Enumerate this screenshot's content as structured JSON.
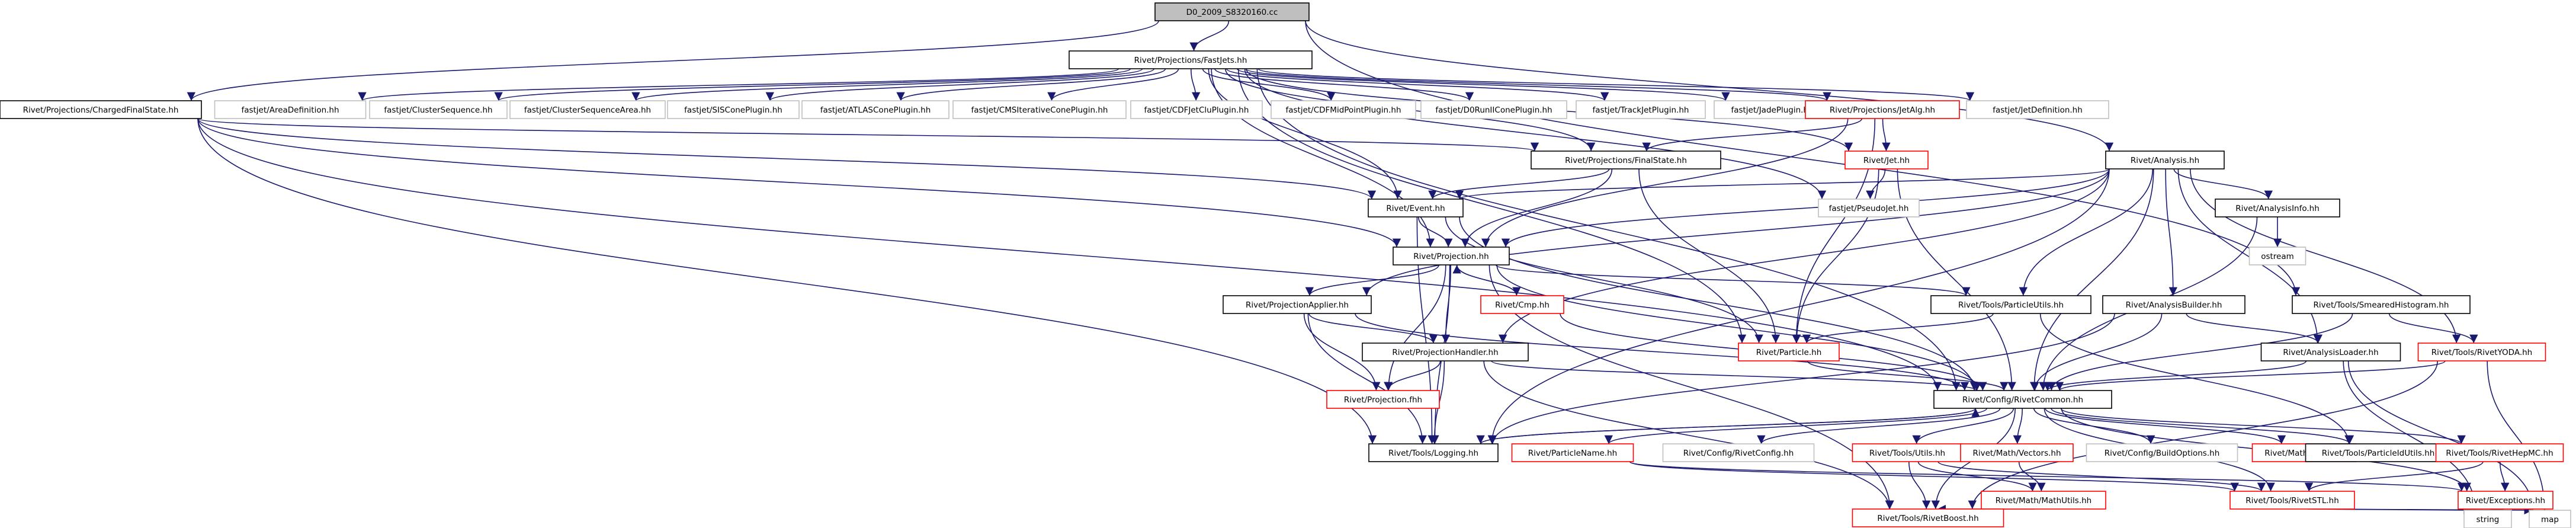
{
  "graph": {
    "nodes": [
      {
        "id": "root",
        "label": "D0_2009_S8320160.cc",
        "border": "#000000",
        "fill": "#bfbfbf"
      },
      {
        "id": "fastjets",
        "label": "Rivet/Projections/FastJets.hh",
        "border": "#000000",
        "fill": "#ffffff"
      },
      {
        "id": "cfs",
        "label": "Rivet/Projections/ChargedFinalState.hh",
        "border": "#000000",
        "fill": "#ffffff"
      },
      {
        "id": "areadef",
        "label": "fastjet/AreaDefinition.hh",
        "border": "#bfbfbf",
        "fill": "#ffffff"
      },
      {
        "id": "clseq",
        "label": "fastjet/ClusterSequence.hh",
        "border": "#bfbfbf",
        "fill": "#ffffff"
      },
      {
        "id": "clseqarea",
        "label": "fastjet/ClusterSequenceArea.hh",
        "border": "#bfbfbf",
        "fill": "#ffffff"
      },
      {
        "id": "siscone",
        "label": "fastjet/SISConePlugin.hh",
        "border": "#bfbfbf",
        "fill": "#ffffff"
      },
      {
        "id": "atlascone",
        "label": "fastjet/ATLASConePlugin.hh",
        "border": "#bfbfbf",
        "fill": "#ffffff"
      },
      {
        "id": "cmsit",
        "label": "fastjet/CMSIterativeConePlugin.hh",
        "border": "#bfbfbf",
        "fill": "#ffffff"
      },
      {
        "id": "cdfjetclu",
        "label": "fastjet/CDFJetCluPlugin.hh",
        "border": "#bfbfbf",
        "fill": "#ffffff"
      },
      {
        "id": "cdfmid",
        "label": "fastjet/CDFMidPointPlugin.hh",
        "border": "#bfbfbf",
        "fill": "#ffffff"
      },
      {
        "id": "d0run",
        "label": "fastjet/D0RunIIConePlugin.hh",
        "border": "#bfbfbf",
        "fill": "#ffffff"
      },
      {
        "id": "trackjet",
        "label": "fastjet/TrackJetPlugin.hh",
        "border": "#bfbfbf",
        "fill": "#ffffff"
      },
      {
        "id": "jade",
        "label": "fastjet/JadePlugin.hh",
        "border": "#bfbfbf",
        "fill": "#ffffff"
      },
      {
        "id": "jetalg",
        "label": "Rivet/Projections/JetAlg.hh",
        "border": "#ff0000",
        "fill": "#ffffff"
      },
      {
        "id": "jetdef",
        "label": "fastjet/JetDefinition.hh",
        "border": "#bfbfbf",
        "fill": "#ffffff"
      },
      {
        "id": "analysis",
        "label": "Rivet/Analysis.hh",
        "border": "#000000",
        "fill": "#ffffff"
      },
      {
        "id": "finalstate",
        "label": "Rivet/Projections/FinalState.hh",
        "border": "#000000",
        "fill": "#ffffff"
      },
      {
        "id": "jet",
        "label": "Rivet/Jet.hh",
        "border": "#ff0000",
        "fill": "#ffffff"
      },
      {
        "id": "event",
        "label": "Rivet/Event.hh",
        "border": "#000000",
        "fill": "#ffffff"
      },
      {
        "id": "pseudojet",
        "label": "fastjet/PseudoJet.hh",
        "border": "#bfbfbf",
        "fill": "#ffffff"
      },
      {
        "id": "analysisinfo",
        "label": "Rivet/AnalysisInfo.hh",
        "border": "#000000",
        "fill": "#ffffff"
      },
      {
        "id": "ostream",
        "label": "ostream",
        "border": "#bfbfbf",
        "fill": "#ffffff"
      },
      {
        "id": "projection",
        "label": "Rivet/Projection.hh",
        "border": "#000000",
        "fill": "#ffffff"
      },
      {
        "id": "smeared",
        "label": "Rivet/Tools/SmearedHistogram.hh",
        "border": "#000000",
        "fill": "#ffffff"
      },
      {
        "id": "projapplier",
        "label": "Rivet/ProjectionApplier.hh",
        "border": "#000000",
        "fill": "#ffffff"
      },
      {
        "id": "cmp",
        "label": "Rivet/Cmp.hh",
        "border": "#ff0000",
        "fill": "#ffffff"
      },
      {
        "id": "particleutils",
        "label": "Rivet/Tools/ParticleUtils.hh",
        "border": "#000000",
        "fill": "#ffffff"
      },
      {
        "id": "analysisbuilder",
        "label": "Rivet/AnalysisBuilder.hh",
        "border": "#000000",
        "fill": "#ffffff"
      },
      {
        "id": "projhandler",
        "label": "Rivet/ProjectionHandler.hh",
        "border": "#000000",
        "fill": "#ffffff"
      },
      {
        "id": "particle",
        "label": "Rivet/Particle.hh",
        "border": "#ff0000",
        "fill": "#ffffff"
      },
      {
        "id": "analysisloader",
        "label": "Rivet/AnalysisLoader.hh",
        "border": "#000000",
        "fill": "#ffffff"
      },
      {
        "id": "rivetyoda",
        "label": "Rivet/Tools/RivetYODA.hh",
        "border": "#ff0000",
        "fill": "#ffffff"
      },
      {
        "id": "projectionfhh",
        "label": "Rivet/Projection.fhh",
        "border": "#ff0000",
        "fill": "#ffffff"
      },
      {
        "id": "rivetcommon",
        "label": "Rivet/Config/RivetCommon.hh",
        "border": "#000000",
        "fill": "#ffffff"
      },
      {
        "id": "logging",
        "label": "Rivet/Tools/Logging.hh",
        "border": "#000000",
        "fill": "#ffffff"
      },
      {
        "id": "particlename",
        "label": "Rivet/ParticleName.hh",
        "border": "#ff0000",
        "fill": "#ffffff"
      },
      {
        "id": "rivetconfig",
        "label": "Rivet/Config/RivetConfig.hh",
        "border": "#bfbfbf",
        "fill": "#ffffff"
      },
      {
        "id": "utils",
        "label": "Rivet/Tools/Utils.hh",
        "border": "#ff0000",
        "fill": "#ffffff"
      },
      {
        "id": "mathvectors",
        "label": "Rivet/Math/Vectors.hh",
        "border": "#ff0000",
        "fill": "#ffffff"
      },
      {
        "id": "buildoptions",
        "label": "Rivet/Config/BuildOptions.hh",
        "border": "#bfbfbf",
        "fill": "#ffffff"
      },
      {
        "id": "mathunits",
        "label": "Rivet/Math/Units.hh",
        "border": "#ff0000",
        "fill": "#ffffff"
      },
      {
        "id": "particleidutils",
        "label": "Rivet/Tools/ParticleIdUtils.hh",
        "border": "#000000",
        "fill": "#ffffff"
      },
      {
        "id": "rivethepmc",
        "label": "Rivet/Tools/RivetHepMC.hh",
        "border": "#ff0000",
        "fill": "#ffffff"
      },
      {
        "id": "exceptions",
        "label": "Rivet/Exceptions.hh",
        "border": "#ff0000",
        "fill": "#ffffff"
      },
      {
        "id": "mathutils",
        "label": "Rivet/Math/MathUtils.hh",
        "border": "#ff0000",
        "fill": "#ffffff"
      },
      {
        "id": "rivetstl",
        "label": "Rivet/Tools/RivetSTL.hh",
        "border": "#ff0000",
        "fill": "#ffffff"
      },
      {
        "id": "string",
        "label": "string",
        "border": "#bfbfbf",
        "fill": "#ffffff"
      },
      {
        "id": "map",
        "label": "map",
        "border": "#bfbfbf",
        "fill": "#ffffff"
      },
      {
        "id": "rivetboost",
        "label": "Rivet/Tools/RivetBoost.hh",
        "border": "#ff0000",
        "fill": "#ffffff"
      }
    ],
    "edges": [
      [
        "root",
        "fastjets"
      ],
      [
        "root",
        "cfs"
      ],
      [
        "root",
        "analysis"
      ],
      [
        "root",
        "smeared"
      ],
      [
        "fastjets",
        "areadef"
      ],
      [
        "fastjets",
        "clseq"
      ],
      [
        "fastjets",
        "clseqarea"
      ],
      [
        "fastjets",
        "siscone"
      ],
      [
        "fastjets",
        "atlascone"
      ],
      [
        "fastjets",
        "cmsit"
      ],
      [
        "fastjets",
        "cdfjetclu"
      ],
      [
        "fastjets",
        "cdfmid"
      ],
      [
        "fastjets",
        "d0run"
      ],
      [
        "fastjets",
        "trackjet"
      ],
      [
        "fastjets",
        "jade"
      ],
      [
        "fastjets",
        "jetalg"
      ],
      [
        "fastjets",
        "jetdef"
      ],
      [
        "fastjets",
        "jet"
      ],
      [
        "fastjets",
        "pseudojet"
      ],
      [
        "fastjets",
        "finalstate"
      ],
      [
        "fastjets",
        "event"
      ],
      [
        "fastjets",
        "projection"
      ],
      [
        "fastjets",
        "particle"
      ],
      [
        "fastjets",
        "rivetcommon"
      ],
      [
        "cfs",
        "finalstate"
      ],
      [
        "cfs",
        "event"
      ],
      [
        "cfs",
        "projection"
      ],
      [
        "cfs",
        "rivetcommon"
      ],
      [
        "cfs",
        "logging"
      ],
      [
        "jetalg",
        "finalstate"
      ],
      [
        "jetalg",
        "jet"
      ],
      [
        "jetalg",
        "projection"
      ],
      [
        "jetalg",
        "particle"
      ],
      [
        "jet",
        "pseudojet"
      ],
      [
        "jet",
        "particle"
      ],
      [
        "jet",
        "rivetcommon"
      ],
      [
        "analysis",
        "analysisinfo"
      ],
      [
        "analysis",
        "event"
      ],
      [
        "analysis",
        "projection"
      ],
      [
        "analysis",
        "projapplier"
      ],
      [
        "analysis",
        "analysisbuilder"
      ],
      [
        "analysis",
        "analysisloader"
      ],
      [
        "analysis",
        "rivetyoda"
      ],
      [
        "analysis",
        "particleutils"
      ],
      [
        "analysis",
        "projhandler"
      ],
      [
        "analysis",
        "rivetcommon"
      ],
      [
        "analysis",
        "logging"
      ],
      [
        "analysisinfo",
        "ostream"
      ],
      [
        "analysisinfo",
        "rivetcommon"
      ],
      [
        "finalstate",
        "event"
      ],
      [
        "finalstate",
        "projection"
      ],
      [
        "finalstate",
        "particle"
      ],
      [
        "event",
        "projection"
      ],
      [
        "event",
        "particle"
      ],
      [
        "event",
        "rivetcommon"
      ],
      [
        "event",
        "logging"
      ],
      [
        "projection",
        "projapplier"
      ],
      [
        "projection",
        "cmp"
      ],
      [
        "projection",
        "projhandler"
      ],
      [
        "projection",
        "projectionfhh"
      ],
      [
        "projection",
        "particleutils"
      ],
      [
        "projection",
        "rivetcommon"
      ],
      [
        "projection",
        "logging"
      ],
      [
        "projection",
        "rivetboost"
      ],
      [
        "cmp",
        "projection"
      ],
      [
        "cmp",
        "rivetcommon"
      ],
      [
        "projapplier",
        "projhandler"
      ],
      [
        "projapplier",
        "projectionfhh"
      ],
      [
        "projapplier",
        "rivetcommon"
      ],
      [
        "projapplier",
        "logging"
      ],
      [
        "projhandler",
        "projectionfhh"
      ],
      [
        "projhandler",
        "rivetcommon"
      ],
      [
        "projhandler",
        "logging"
      ],
      [
        "projhandler",
        "rivetboost"
      ],
      [
        "particleutils",
        "particle"
      ],
      [
        "particleutils",
        "particleidutils"
      ],
      [
        "analysisbuilder",
        "analysisloader"
      ],
      [
        "analysisbuilder",
        "rivetcommon"
      ],
      [
        "analysisbuilder",
        "logging"
      ],
      [
        "analysisloader",
        "rivetcommon"
      ],
      [
        "analysisloader",
        "string"
      ],
      [
        "analysisloader",
        "map"
      ],
      [
        "smeared",
        "rivetcommon"
      ],
      [
        "smeared",
        "rivetyoda"
      ],
      [
        "rivetyoda",
        "rivetcommon"
      ],
      [
        "rivetyoda",
        "rivetboost"
      ],
      [
        "rivetyoda",
        "map"
      ],
      [
        "particle",
        "rivetcommon"
      ],
      [
        "rivetcommon",
        "logging"
      ],
      [
        "rivetcommon",
        "particlename"
      ],
      [
        "rivetcommon",
        "rivetconfig"
      ],
      [
        "rivetcommon",
        "utils"
      ],
      [
        "rivetcommon",
        "mathvectors"
      ],
      [
        "rivetcommon",
        "buildoptions"
      ],
      [
        "rivetcommon",
        "mathunits"
      ],
      [
        "rivetcommon",
        "particleidutils"
      ],
      [
        "rivetcommon",
        "rivethepmc"
      ],
      [
        "rivetcommon",
        "exceptions"
      ],
      [
        "rivetcommon",
        "rivetstl"
      ],
      [
        "rivetcommon",
        "rivetboost"
      ],
      [
        "logging",
        "rivetcommon"
      ],
      [
        "particlename",
        "rivetstl"
      ],
      [
        "particlename",
        "exceptions"
      ],
      [
        "utils",
        "mathutils"
      ],
      [
        "utils",
        "rivetboost"
      ],
      [
        "utils",
        "rivetstl"
      ],
      [
        "mathvectors",
        "mathutils"
      ],
      [
        "rivethepmc",
        "rivetstl"
      ],
      [
        "rivethepmc",
        "exceptions"
      ],
      [
        "exceptions",
        "string"
      ],
      [
        "rivetstl",
        "string"
      ],
      [
        "rivetstl",
        "map"
      ],
      [
        "mathutils",
        "rivetboost"
      ]
    ]
  }
}
